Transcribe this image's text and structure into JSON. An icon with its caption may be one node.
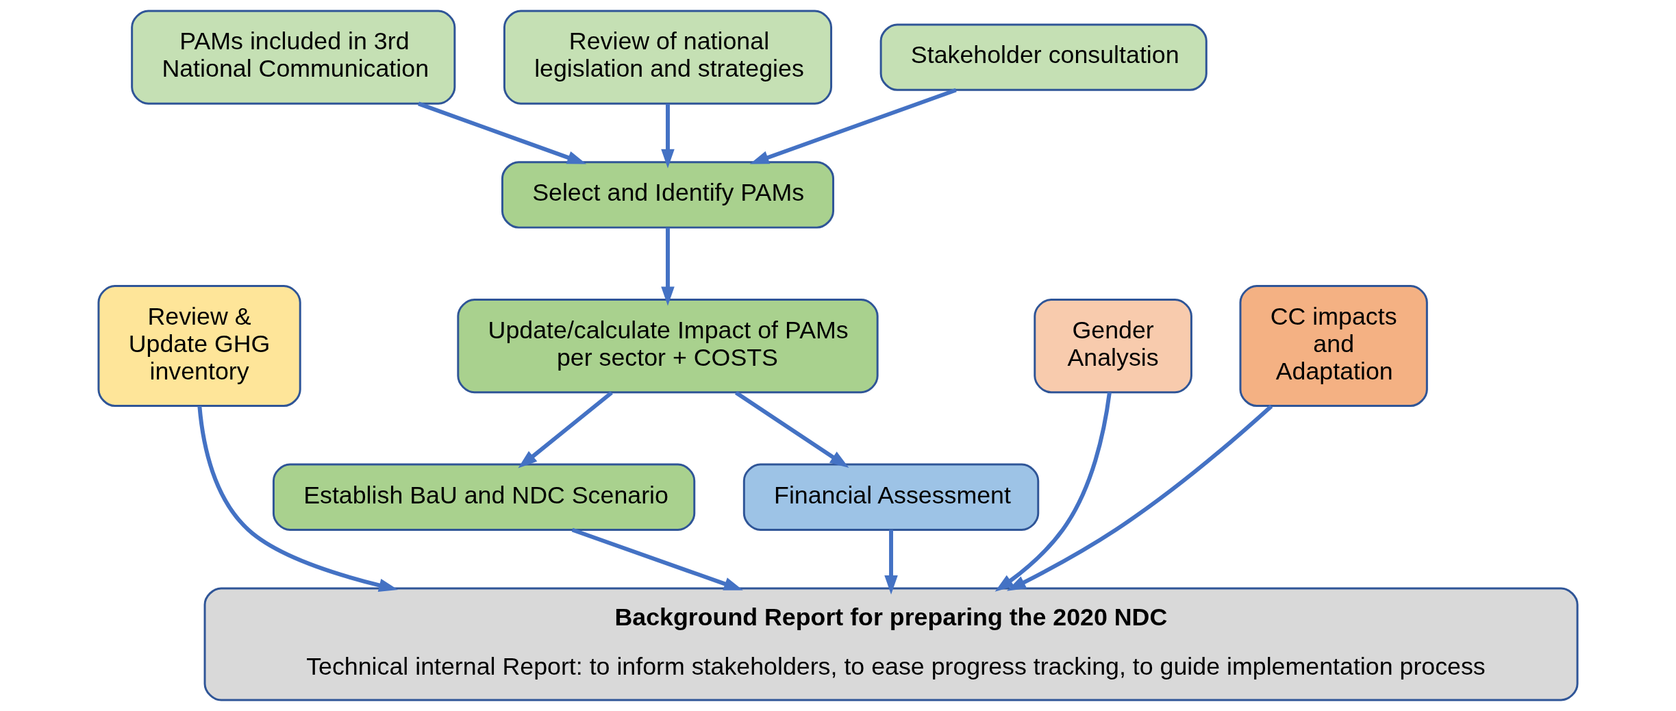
{
  "diagram": {
    "nodes": [
      {
        "text": [
          "Review & Update GHG inventory"
        ]
      },
      {
        "text": [
          "Select and Identify PAMs"
        ]
      },
      {
        "text": [
          "Update/calculate Impact of PAMs per sector + COSTS"
        ]
      },
      {
        "text": [
          "Establish BaU and NDC Scenario"
        ]
      },
      {
        "text": [
          "PAMs included in 3rd National Communication"
        ]
      },
      {
        "text": [
          "Review of national legislation and strategies"
        ]
      },
      {
        "text": [
          "Stakeholder consultation"
        ]
      },
      {
        "text": [
          "Financial Assessment"
        ]
      },
      {
        "text": [
          "Gender Analysis"
        ]
      },
      {
        "text": [
          "CC impacts and Adaptation"
        ]
      },
      {
        "text": [
          "Background Report for preparing the 2020 NDC",
          "Technical internal Report: to inform stakeholders, to ease progress tracking, to guide implementation process"
        ]
      }
    ],
    "edges": [
      {
        "from": 4,
        "to": 1,
        "arrow": "to",
        "color": "#4472c4"
      },
      {
        "from": 5,
        "to": 1,
        "arrow": "to",
        "color": "#4472c4"
      },
      {
        "from": 6,
        "to": 1,
        "arrow": "to",
        "color": "#4472c4"
      },
      {
        "from": 1,
        "to": 2,
        "arrow": "to",
        "color": "#4472c4"
      },
      {
        "from": 2,
        "to": 3,
        "arrow": "to",
        "color": "#4472c4"
      },
      {
        "from": 2,
        "to": 7,
        "arrow": "to",
        "color": "#4472c4"
      },
      {
        "from": 0,
        "to": 10,
        "arrow": "to",
        "color": "#4472c4"
      },
      {
        "from": 3,
        "to": 10,
        "arrow": "to",
        "color": "#4472c4"
      },
      {
        "from": 7,
        "to": 10,
        "arrow": "to",
        "color": "#4472c4"
      },
      {
        "from": 8,
        "to": 10,
        "arrow": "to",
        "color": "#4472c4"
      },
      {
        "from": 9,
        "to": 10,
        "arrow": "to",
        "color": "#4472c4"
      }
    ]
  }
}
